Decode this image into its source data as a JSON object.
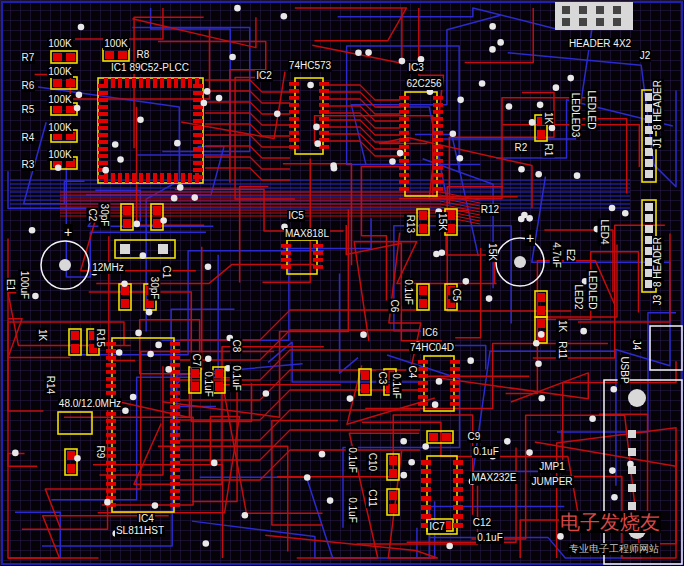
{
  "diagram": {
    "labels": [
      "R7",
      "100K",
      "100K",
      "R8",
      "R6",
      "100K",
      "IC1 89C52-PLCC",
      "R5",
      "100K",
      "R4",
      "100K",
      "R3",
      "100K",
      "IC2",
      "74HC573",
      "IC3",
      "62C256",
      "HEADER 4X2",
      "J2",
      "8 HEADER",
      "J1",
      "LEDLED3",
      "LEDLED",
      "R2",
      "1K",
      "R1",
      "C2",
      "30pF",
      "IC5",
      "MAX818L",
      "R13",
      "15K",
      "R12",
      "15K",
      "12MHz",
      "C1",
      "30pF",
      "+",
      "E1",
      "100uF",
      "+",
      "E2",
      "4.7uF",
      "LED4",
      "LED2",
      "LEDLED",
      "8 HEADER",
      "J3",
      "C6",
      "0.1uF",
      "C5",
      "IC6",
      "74HC04D",
      "R11",
      "1K",
      "J4",
      "USBP",
      "1K",
      "R15",
      "R14",
      "48.0/12.0MHz",
      "R9",
      "C7",
      "0.1uF",
      "C8",
      "0.1uF",
      "C3",
      "0.1uF",
      "C4",
      "C9",
      "0.1uF",
      "0.1uF",
      "C10",
      "C11",
      "0.1uF",
      "MAX232E",
      "JMP1",
      "JUMPER",
      "IC7",
      "C12",
      "0.1uF",
      "IC4",
      "SL811HST",
      "电子发烧友",
      "专业电子工程师网站"
    ]
  }
}
